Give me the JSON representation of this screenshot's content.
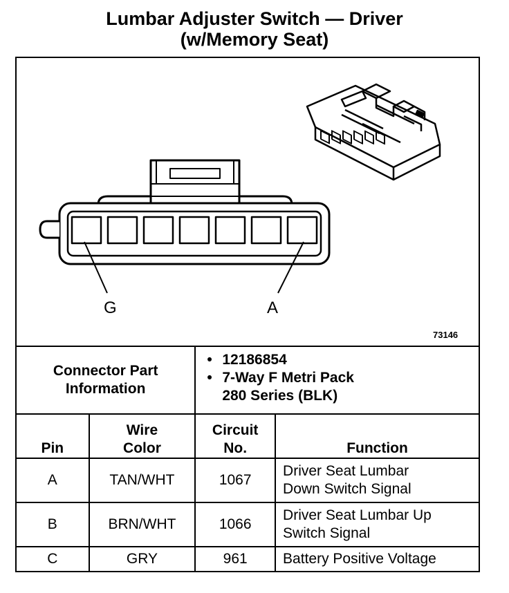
{
  "title": {
    "line1": "Lumbar Adjuster Switch — Driver",
    "line2": "(w/Memory Seat)"
  },
  "diagram": {
    "pin_labels": [
      "G",
      "A"
    ],
    "figure_number": "73146",
    "cavities": 7
  },
  "connector_info": {
    "label_line1": "Connector Part",
    "label_line2": "Information",
    "items": [
      "12186854",
      "7-Way F Metri Pack",
      "280 Series (BLK)"
    ]
  },
  "table": {
    "headers": {
      "pin": "Pin",
      "wire_color_1": "Wire",
      "wire_color_2": "Color",
      "circuit_1": "Circuit",
      "circuit_2": "No.",
      "function": "Function"
    },
    "rows": [
      {
        "pin": "A",
        "wire_color": "TAN/WHT",
        "circuit": "1067",
        "function_1": "Driver Seat Lumbar",
        "function_2": "Down Switch Signal"
      },
      {
        "pin": "B",
        "wire_color": "BRN/WHT",
        "circuit": "1066",
        "function_1": "Driver Seat Lumbar Up",
        "function_2": "Switch Signal"
      },
      {
        "pin": "C",
        "wire_color": "GRY",
        "circuit": "961",
        "function_1": "Battery Positive Voltage",
        "function_2": ""
      }
    ]
  }
}
